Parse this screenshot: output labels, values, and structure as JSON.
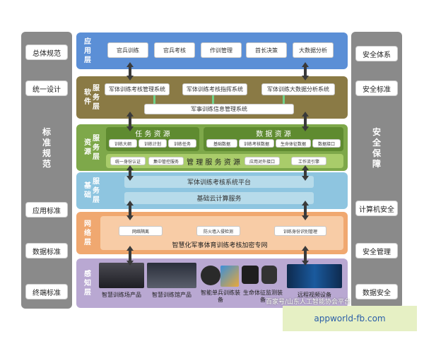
{
  "left_column": {
    "items": [
      "总体规范",
      "统一设计",
      "应用标准",
      "数据标准",
      "终端标准"
    ],
    "big_label": [
      "标",
      "准",
      "规",
      "范"
    ]
  },
  "right_column": {
    "items": [
      "安全体系",
      "安全标准",
      "计算机安全",
      "安全管理",
      "数据安全"
    ],
    "big_label": [
      "安",
      "全",
      "保",
      "障"
    ]
  },
  "layers": {
    "app": {
      "title": [
        "应",
        "用",
        "层"
      ],
      "boxes": [
        "官兵训练",
        "官兵考核",
        "作训管理",
        "首长决策",
        "大数据分析"
      ],
      "color": "#5b8fd6"
    },
    "software": {
      "title": [
        "软",
        "件",
        "服",
        "务",
        "层"
      ],
      "boxes": [
        "军体训练考核管理系统",
        "军体训练考核指挥系统",
        "军体训练大数据分析系统"
      ],
      "info_system": "军事训练信息管理系统",
      "color": "#8a7a45"
    },
    "resource": {
      "title": [
        "资",
        "源",
        "服",
        "务",
        "层"
      ],
      "task_title": "任 务 资 源",
      "task_items": [
        "训练大纲",
        "训练计划",
        "训练任务"
      ],
      "data_title": "数 据 资 源",
      "data_items": [
        "基础数据",
        "训练考核数据",
        "生命体征数据",
        "数据接口"
      ],
      "mgmt_items": [
        "统一身份认证",
        "集中管控服务"
      ],
      "mgmt_title": "管 理 服 务 资 源",
      "mgmt_items_right": [
        "应用对外接口",
        "工作流引擎"
      ],
      "color": "#7ea84a"
    },
    "infra": {
      "title": [
        "基",
        "础",
        "服",
        "务",
        "层"
      ],
      "platform": "军体训练考核系统平台",
      "cloud": "基础云计算服务",
      "color": "#8ec5e0"
    },
    "network": {
      "title": [
        "网",
        "络",
        "层"
      ],
      "boxes": [
        "网络隔离",
        "防火墙入侵检测",
        "训练身份识别管理"
      ],
      "vpn": "智慧化军事体育训练考核加密专网",
      "color": "#f0a870"
    },
    "sensing": {
      "title": [
        "感",
        "知",
        "层"
      ],
      "devices": [
        "智慧训练场产品",
        "智慧训练馆产品",
        "智能单兵训练装备",
        "生命体征监测装备",
        "远程视频设备"
      ],
      "color": "#b9a8d2"
    }
  },
  "watermark": "百家号/山东人工智能协会平台",
  "banner": "appworld-fb.com"
}
